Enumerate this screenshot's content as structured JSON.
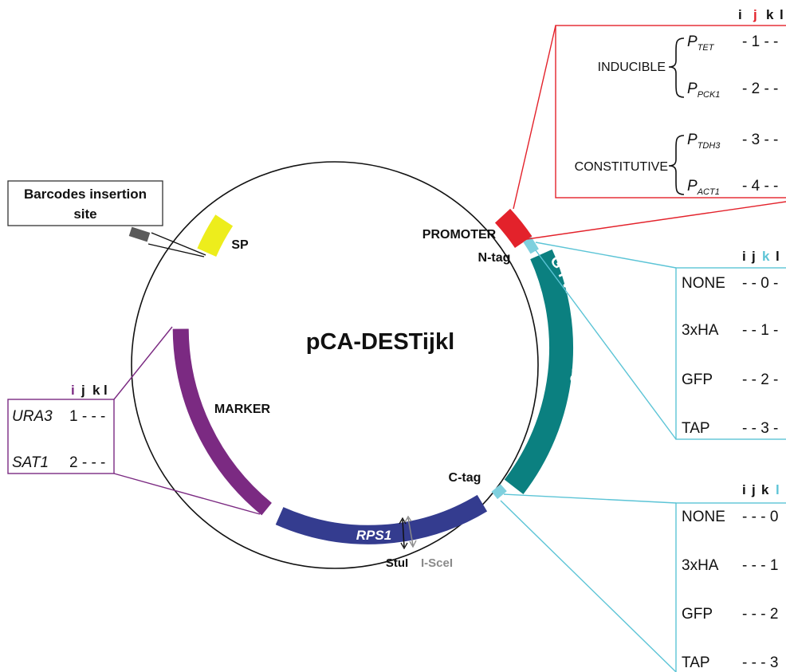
{
  "plasmid": {
    "name": "pCA-DESTijkl",
    "features": {
      "promoter": "PROMOTER",
      "ntag": "N-tag",
      "ctag": "C-tag",
      "sp": "SP",
      "marker": "MARKER",
      "rps1": "RPS1",
      "gtw_cassette": "GTW-cassette",
      "stui": "StuI",
      "iscei": "I-SceI"
    },
    "barcodes_label": [
      "Barcodes insertion",
      "site"
    ]
  },
  "colors": {
    "promoter": "#e3222b",
    "tag": "#7fd0de",
    "gtw": "#0b8080",
    "sp": "#eded1c",
    "marker": "#7b2a82",
    "rps1": "#343c8f",
    "barcode_block": "#5a5a5a",
    "promoter_box": "#e3222b",
    "tag_box": "#5cc4d6",
    "marker_box": "#7b2a82"
  },
  "promoter_panel": {
    "header": [
      "i",
      "j",
      "k",
      "l"
    ],
    "highlight": "j",
    "groups": [
      {
        "label": "INDUCIBLE",
        "items": [
          {
            "p": "P",
            "sub": "TET",
            "code": "- 1 - -"
          },
          {
            "p": "P",
            "sub": "PCK1",
            "code": "- 2 - -"
          }
        ]
      },
      {
        "label": "CONSTITUTIVE",
        "items": [
          {
            "p": "P",
            "sub": "TDH3",
            "code": "- 3 - -"
          },
          {
            "p": "P",
            "sub": "ACT1",
            "code": "- 4 - -"
          }
        ]
      }
    ]
  },
  "ntag_panel": {
    "header": [
      "i",
      "j",
      "k",
      "l"
    ],
    "highlight": "k",
    "rows": [
      {
        "name": "NONE",
        "code": "- - 0 -"
      },
      {
        "name": "3xHA",
        "code": "- - 1 -"
      },
      {
        "name": "GFP",
        "code": "- - 2 -"
      },
      {
        "name": "TAP",
        "code": "- - 3 -"
      }
    ]
  },
  "ctag_panel": {
    "header": [
      "i",
      "j",
      "k",
      "l"
    ],
    "highlight": "l",
    "rows": [
      {
        "name": "NONE",
        "code": "- - - 0"
      },
      {
        "name": "3xHA",
        "code": "- - - 1"
      },
      {
        "name": "GFP",
        "code": "- - - 2"
      },
      {
        "name": "TAP",
        "code": "- - - 3"
      }
    ]
  },
  "marker_panel": {
    "header": [
      "i",
      "j",
      "k",
      "l"
    ],
    "highlight": "i",
    "rows": [
      {
        "name": "URA3",
        "code": "1 - - -"
      },
      {
        "name": "SAT1",
        "code": "2 - - -"
      }
    ]
  }
}
